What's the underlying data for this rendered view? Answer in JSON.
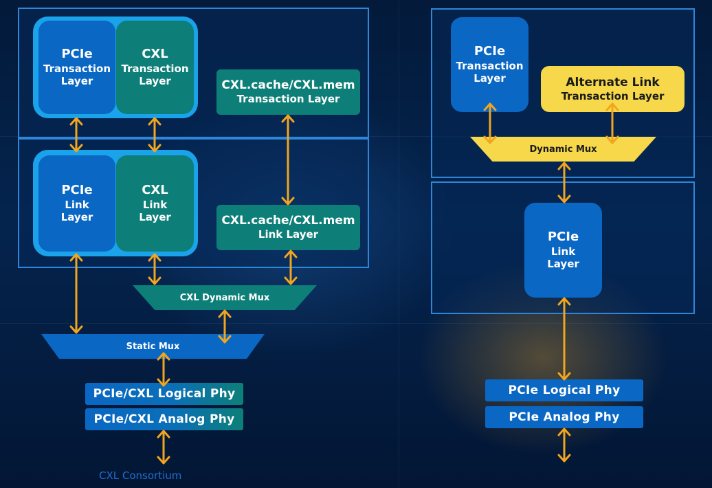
{
  "colors": {
    "pcie_blue": "#0a67c4",
    "cxl_teal": "#0d7f78",
    "alt_yellow": "#f6d84a",
    "arrow_orange": "#f2a51f",
    "group_cyan": "#1aa3ea",
    "panel_border": "#2f86d8"
  },
  "left": {
    "pcie_transaction": {
      "line1": "PCIe",
      "line2": "Transaction",
      "line3": "Layer"
    },
    "cxl_transaction": {
      "line1": "CXL",
      "line2": "Transaction",
      "line3": "Layer"
    },
    "cache_mem_transaction": {
      "line1": "CXL.cache/CXL.mem",
      "line2": "Transaction Layer"
    },
    "pcie_link": {
      "line1": "PCIe",
      "line2": "Link",
      "line3": "Layer"
    },
    "cxl_link": {
      "line1": "CXL",
      "line2": "Link",
      "line3": "Layer"
    },
    "cache_mem_link": {
      "line1": "CXL.cache/CXL.mem",
      "line2": "Link Layer"
    },
    "cxl_dynamic_mux": "CXL Dynamic Mux",
    "static_mux": "Static Mux",
    "logical_phy": "PCIe/CXL Logical Phy",
    "analog_phy": "PCIe/CXL Analog Phy"
  },
  "right": {
    "pcie_transaction": {
      "line1": "PCIe",
      "line2": "Transaction",
      "line3": "Layer"
    },
    "alternate_transaction": {
      "line1": "Alternate Link",
      "line2": "Transaction Layer"
    },
    "dynamic_mux": "Dynamic Mux",
    "pcie_link": {
      "line1": "PCIe",
      "line2": "Link",
      "line3": "Layer"
    },
    "logical_phy": "PCIe Logical Phy",
    "analog_phy": "PCIe Analog Phy"
  },
  "footer": "CXL Consortium"
}
